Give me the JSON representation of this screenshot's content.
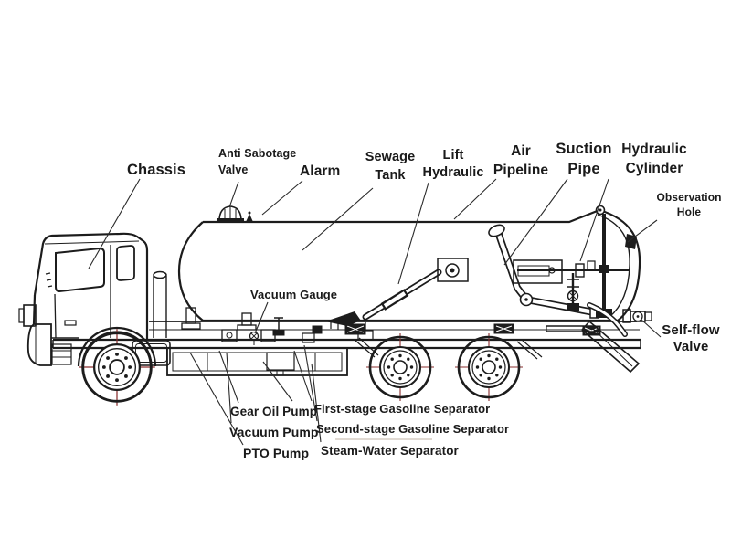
{
  "colors": {
    "line": "#1c1c1c",
    "label_text": "#1a1a1a",
    "wheel_crosshair_red": "#8a2e2e",
    "underline_artifact": "#cdc2b6",
    "background": "#ffffff"
  },
  "labels": {
    "chassis": {
      "text": "Chassis"
    },
    "anti_sabotage_valve": {
      "line1": "Anti Sabotage",
      "line2": "Valve"
    },
    "alarm": {
      "text": "Alarm"
    },
    "sewage_tank": {
      "line1": "Sewage",
      "line2": "Tank"
    },
    "lift_hydraulic": {
      "line1": "Lift",
      "line2": "Hydraulic"
    },
    "air_pipeline": {
      "line1": "Air",
      "line2": "Pipeline"
    },
    "suction_pipe": {
      "line1": "Suction",
      "line2": "Pipe"
    },
    "hydraulic_cylinder": {
      "line1": "Hydraulic",
      "line2": "Cylinder"
    },
    "observation_hole": {
      "line1": "Observation",
      "line2": "Hole"
    },
    "vacuum_gauge": {
      "text": "Vacuum Gauge"
    },
    "self_flow_valve": {
      "line1": "Self-flow",
      "line2": "Valve"
    },
    "gear_oil_pump": {
      "text": "Gear Oil Pump"
    },
    "first_stage_separator": {
      "text": "First-stage Gasoline Separator"
    },
    "vacuum_pump": {
      "text": "Vacuum Pump"
    },
    "second_stage_separator": {
      "text": "Second-stage Gasoline Separator"
    },
    "pto_pump": {
      "text": "PTO Pump"
    },
    "steam_water_separator": {
      "text": "Steam-Water Separator"
    }
  }
}
